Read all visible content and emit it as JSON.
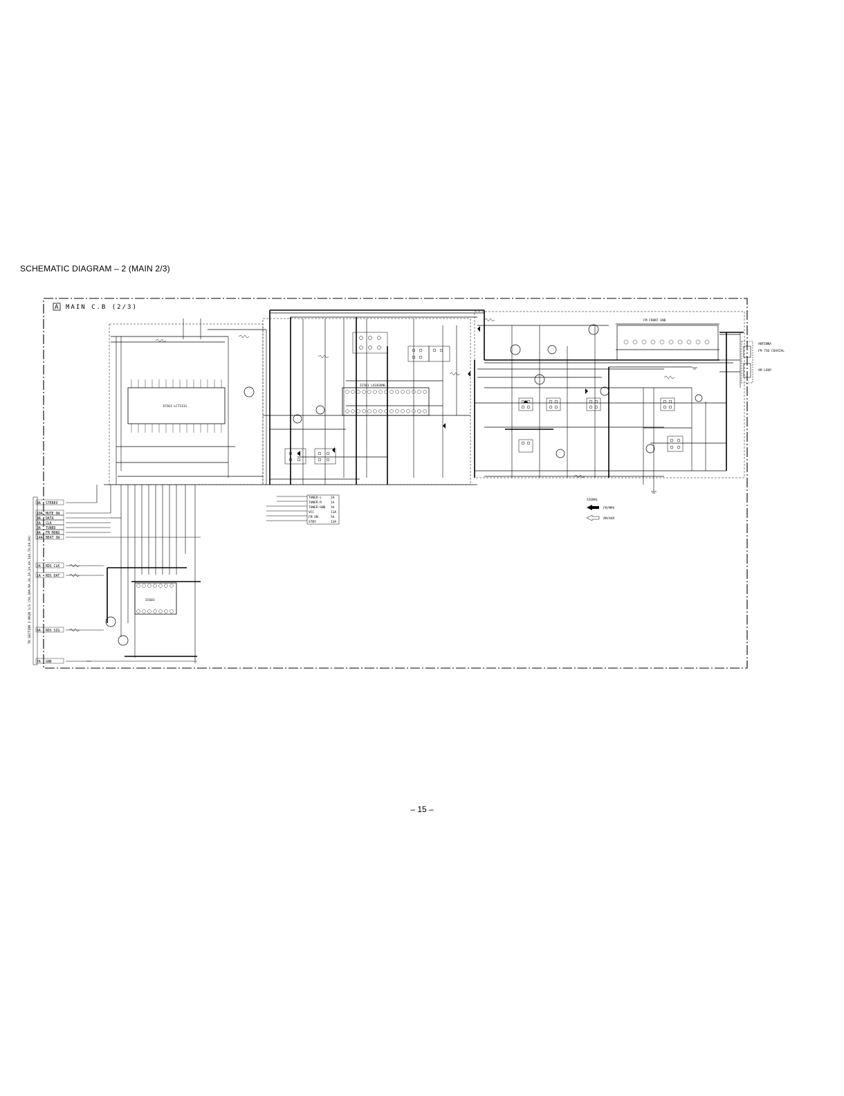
{
  "page": {
    "heading": "SCHEMATIC  DIAGRAM – 2  (MAIN 2/3)",
    "page_number": "– 15 –"
  },
  "diagram": {
    "board_marker": "A",
    "board_title": "MAIN C.B (2/3)",
    "left_connector_labels": [
      "STEREO",
      "MUTE OW",
      "DATA",
      "CLK",
      "TUNED",
      "FM MONO",
      "BEAT SW",
      "RDS CLK",
      "RDS DAT",
      "RDS SIG",
      "GND"
    ],
    "left_connector_pins": [
      "8A",
      "10A",
      "9A",
      "5A",
      "3A",
      "4A",
      "14A",
      "2A",
      "1A",
      "6A",
      "7A"
    ],
    "side_note": "TO SECTION 1 MAIN 1/3 (5A,10A,9A,3A,2A,1A,4A,14A,7A,6A,8A)",
    "signal_legend": {
      "title": "SIGNAL",
      "fm": "FM/MPX",
      "am": "AM/AUX"
    },
    "bottom_connector": [
      "TUNER-L",
      "TUNER-R",
      "TUNER-GND",
      "VCC",
      "FM ON",
      "STBY"
    ],
    "bottom_connector_pins": [
      "2A",
      "1A",
      "3A",
      "11A",
      "5A",
      "13A"
    ],
    "antenna_label": "ANTENNA",
    "antenna_terminals": [
      "FM 75Ω COAXIAL",
      "AM LOOP"
    ],
    "fm_frontend": "FM FRONT END",
    "ic_main": "IC501 LA1836NL",
    "ic_rds": "IC601",
    "pll_label": "IC561 LC72131"
  }
}
